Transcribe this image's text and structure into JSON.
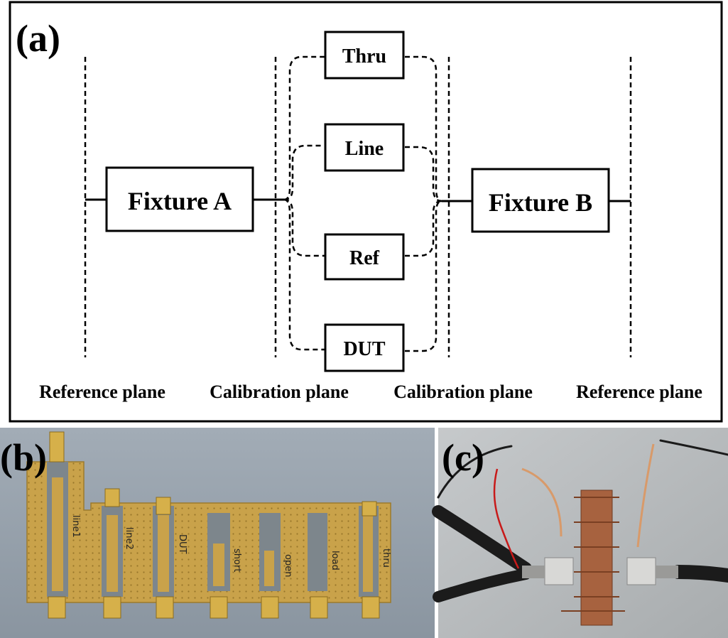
{
  "panel_a": {
    "label": "(a)",
    "fixture_a": "Fixture A",
    "fixture_b": "Fixture B",
    "standards": [
      {
        "label": "Thru"
      },
      {
        "label": "Line"
      },
      {
        "label": "Ref"
      },
      {
        "label": "DUT"
      }
    ],
    "planes": [
      "Reference plane",
      "Calibration plane",
      "Calibration plane",
      "Reference plane"
    ]
  },
  "panel_b": {
    "label": "(b)",
    "board_labels": [
      "line1",
      "line2",
      "DUT",
      "short",
      "open",
      "load",
      "thru"
    ],
    "colors": {
      "background": "#8f9aa6",
      "board": "#c9a24a",
      "trace": "#7d868c",
      "connector": "#d6b04a"
    }
  },
  "panel_c": {
    "label": "(c)",
    "colors": {
      "background": "#b9bcbe",
      "board": "#a7623f",
      "cable": "#1b1b1b",
      "red_wire": "#c81a1a"
    }
  }
}
